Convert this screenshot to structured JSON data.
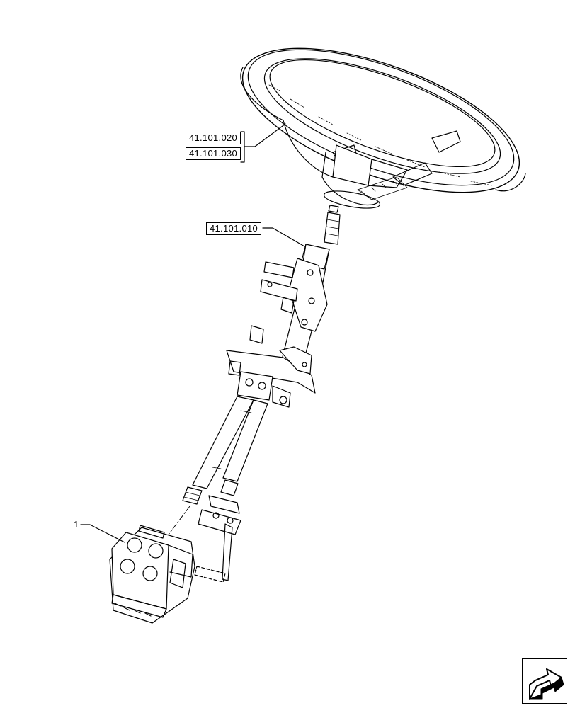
{
  "diagram": {
    "references": [
      {
        "id": "ref-1",
        "label": "41.101.020"
      },
      {
        "id": "ref-2",
        "label": "41.101.030"
      },
      {
        "id": "ref-3",
        "label": "41.101.010"
      }
    ],
    "callouts": [
      {
        "id": "item-1",
        "label": "1"
      }
    ],
    "nav_icon": "next-page-arrow-icon",
    "colors": {
      "line": "#000000",
      "background": "#ffffff"
    }
  }
}
